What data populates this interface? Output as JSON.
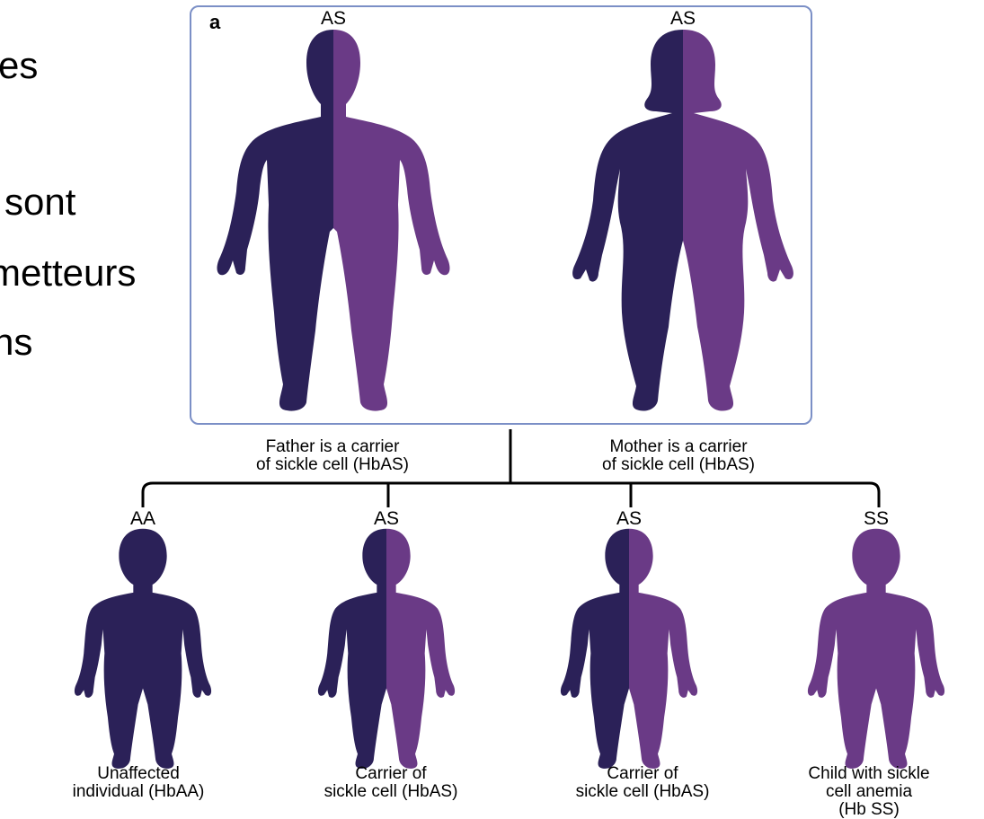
{
  "slide_text": [
    "es",
    "sont",
    "metteurs",
    "ns"
  ],
  "figure": {
    "panel_letter": "a",
    "father": {
      "genotype": "AS",
      "caption": "Father is a carrier\nof sickle cell (HbAS)"
    },
    "mother": {
      "genotype": "AS",
      "caption": "Mother is a carrier\nof sickle cell (HbAS)"
    },
    "children": [
      {
        "genotype": "AA",
        "caption": "Unaffected\nindividual (HbAA)",
        "fill": "dark"
      },
      {
        "genotype": "AS",
        "caption": "Carrier of\nsickle cell (HbAS)",
        "fill": "half"
      },
      {
        "genotype": "AS",
        "caption": "Carrier of\nsickle cell (HbAS)",
        "fill": "half"
      },
      {
        "genotype": "SS",
        "caption": "Child with sickle\ncell anemia\n(Hb SS)",
        "fill": "light"
      }
    ]
  },
  "colors": {
    "dark": "#2b2158",
    "light": "#6a3a86",
    "frame": "#7b8fc6"
  }
}
